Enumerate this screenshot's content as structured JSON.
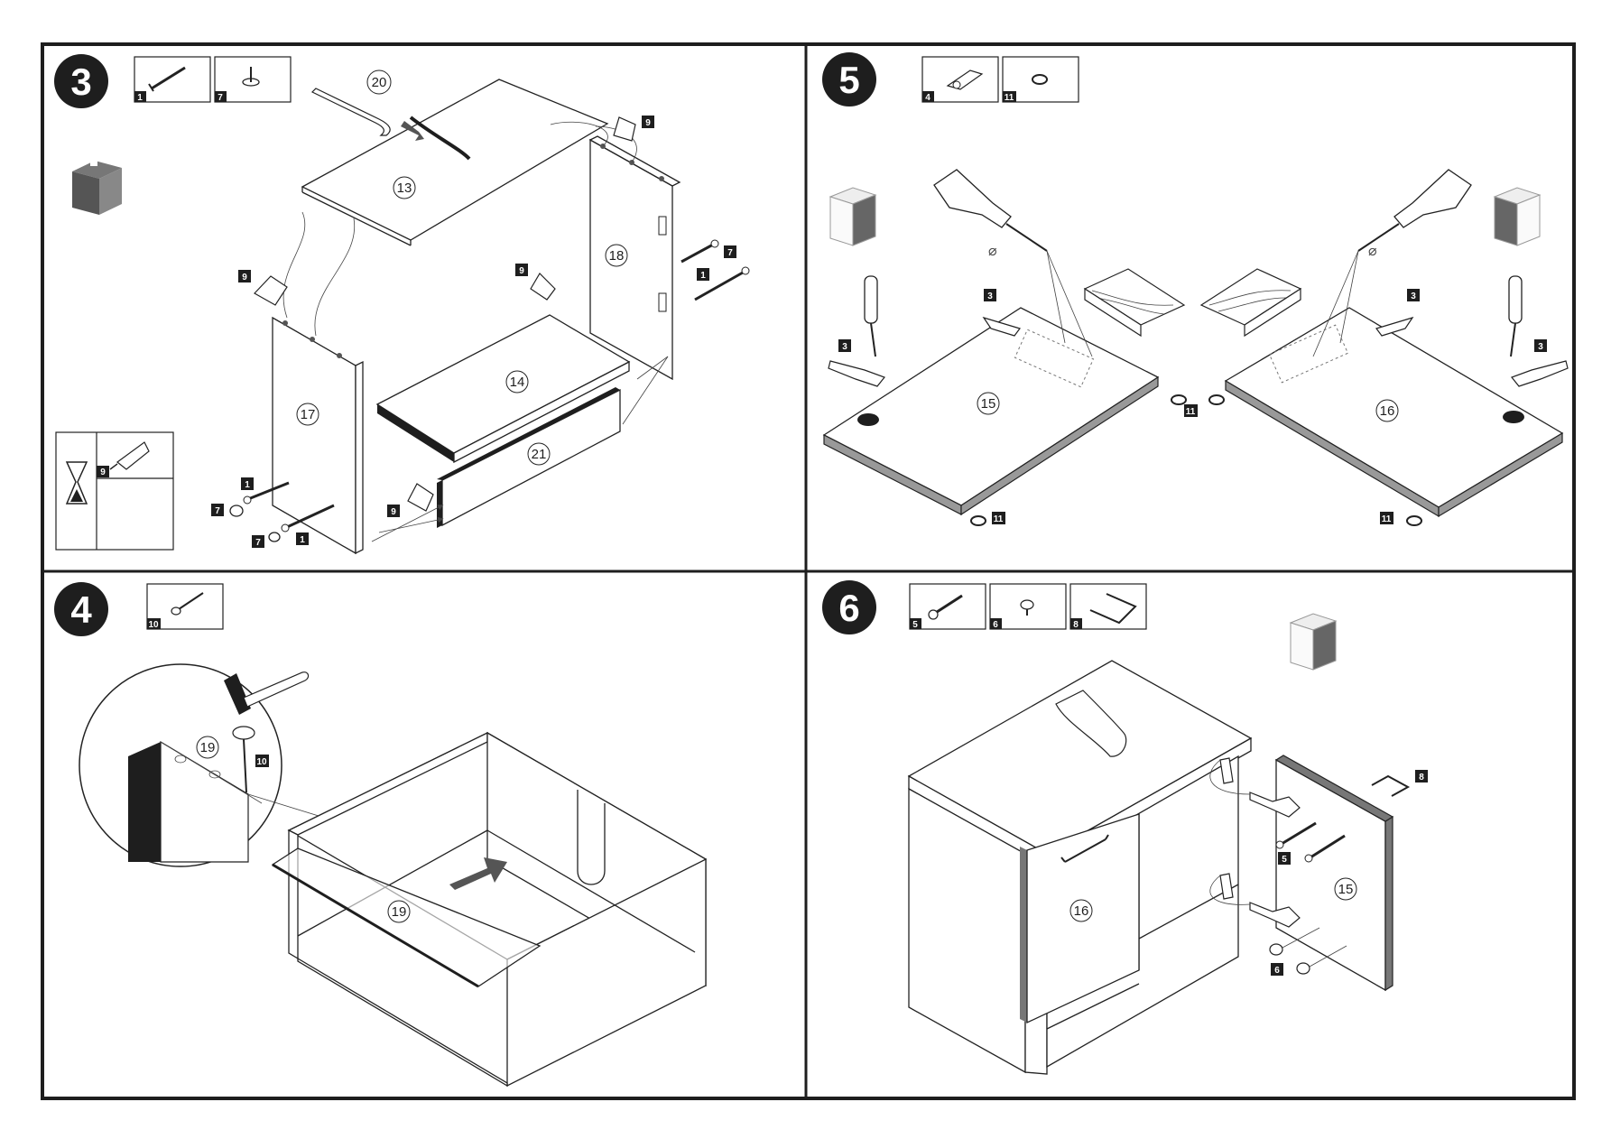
{
  "steps": [
    {
      "number": "3",
      "parts": [
        {
          "tag": "1",
          "icon": "screw-icon"
        },
        {
          "tag": "7",
          "icon": "cam-icon"
        }
      ],
      "glue_box": {
        "tag": "9",
        "icon": "glue-tube-icon",
        "timer_icon": "hourglass-icon"
      },
      "panels": [
        "13",
        "14",
        "17",
        "18",
        "20",
        "21"
      ],
      "callouts": [
        "9",
        "9",
        "9",
        "9",
        "1",
        "1",
        "1",
        "7",
        "7",
        "7"
      ]
    },
    {
      "number": "4",
      "parts": [
        {
          "tag": "10",
          "icon": "nail-icon"
        }
      ],
      "panels": [
        "19",
        "19"
      ],
      "callouts": [
        "10"
      ]
    },
    {
      "number": "5",
      "parts": [
        {
          "tag": "4",
          "icon": "hinge-icon"
        },
        {
          "tag": "11",
          "icon": "pad-icon"
        }
      ],
      "panels": [
        "15",
        "16"
      ],
      "callouts": [
        "3",
        "3",
        "3",
        "3",
        "11",
        "11",
        "11",
        "11"
      ]
    },
    {
      "number": "6",
      "parts": [
        {
          "tag": "5",
          "icon": "screw-icon"
        },
        {
          "tag": "6",
          "icon": "knob-icon"
        },
        {
          "tag": "8",
          "icon": "handle-icon"
        }
      ],
      "panels": [
        "16",
        "15"
      ],
      "callouts": [
        "8",
        "5",
        "6"
      ]
    }
  ]
}
